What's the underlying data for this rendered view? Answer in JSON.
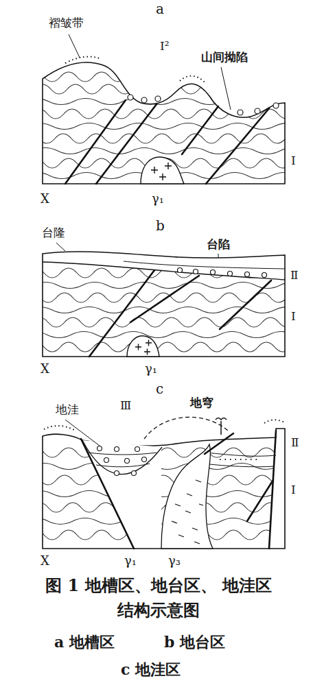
{
  "diagram": {
    "caption": "图 1 地槽区、地台区、 地洼区结构示意图",
    "labels": [
      "a",
      "褶皱带",
      "Ⅰ²",
      "山间拗陷",
      "Ⅰ",
      "X",
      "γ₁",
      "台隆",
      "b",
      "台陷",
      "Ⅱ",
      "Ⅰ",
      "X",
      "γ₁",
      "c",
      "地洼",
      "Ⅲ",
      "地穹",
      "Ⅱ",
      "Ⅰ",
      "X",
      "γ₁",
      "γ₃",
      "a 地槽区",
      "b 地台区",
      "c 地洼区"
    ]
  }
}
